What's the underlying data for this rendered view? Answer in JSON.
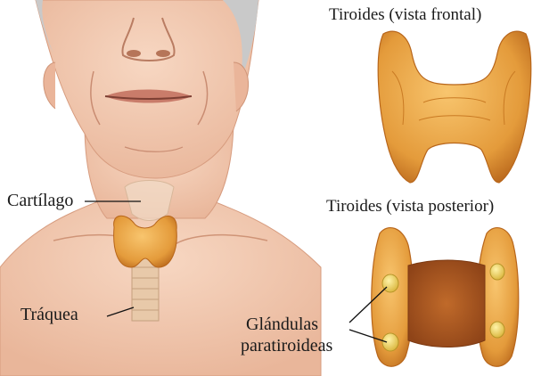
{
  "labels": {
    "front_title": "Tiroides (vista frontal)",
    "back_title": "Tiroides (vista posterior)",
    "cartilage": "Cartílago",
    "trachea": "Tráquea",
    "parathyroid_line1": "Glándulas",
    "parathyroid_line2": "paratiroideas"
  },
  "colors": {
    "skin": "#f2c7ac",
    "thyroid": "#e9a646",
    "thyroid_dark": "#c97a23",
    "parathyroid": "#f2dc6a",
    "posterior_center": "#a8541f"
  }
}
